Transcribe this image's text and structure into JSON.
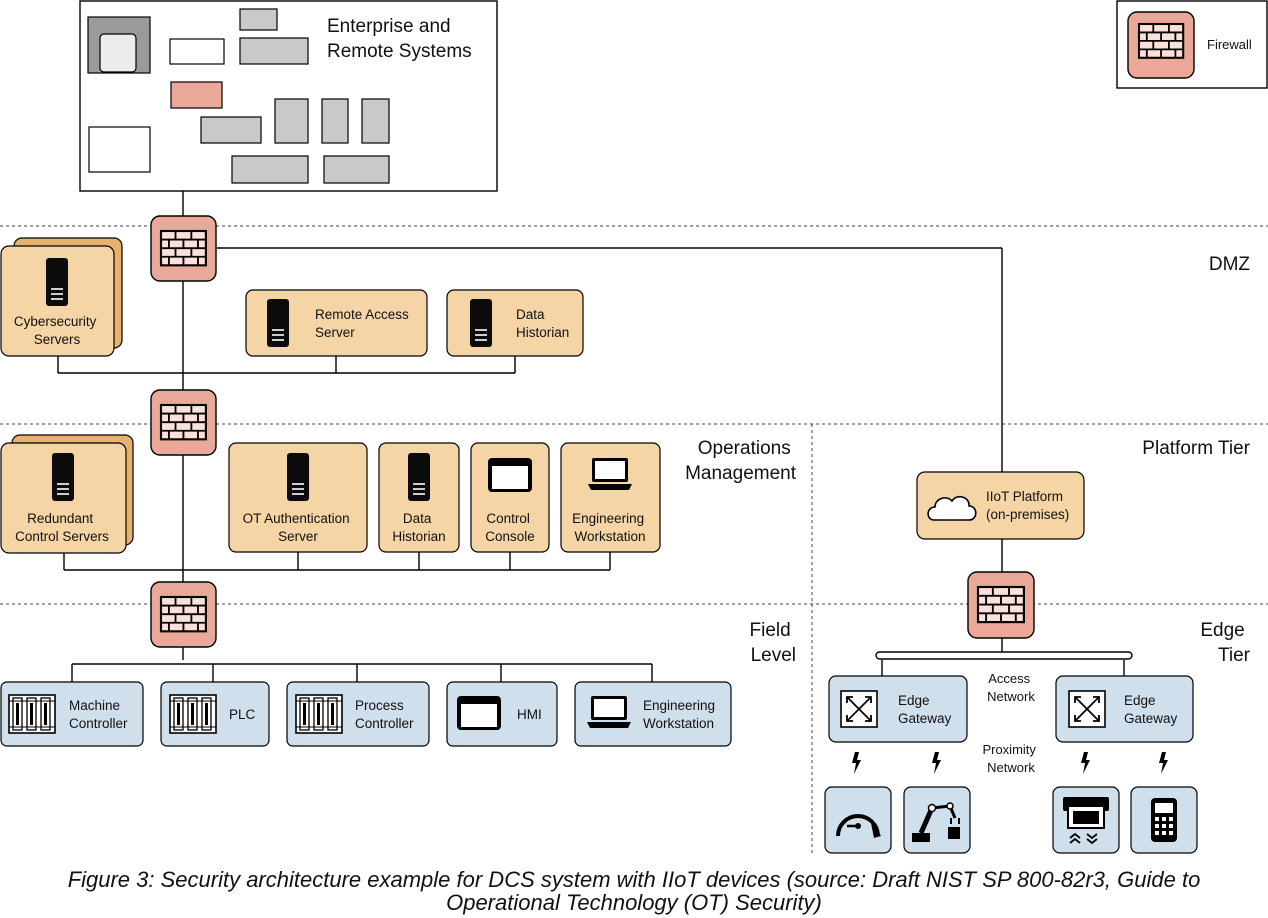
{
  "zones": {
    "enterprise": [
      "Enterprise and",
      "Remote Systems"
    ],
    "dmz": "DMZ",
    "operations": [
      "Operations",
      "Management"
    ],
    "platform": "Platform Tier",
    "field": [
      "Field",
      "Level"
    ],
    "edge": [
      "Edge",
      "Tier"
    ]
  },
  "legend": {
    "label": "Firewall",
    "icon": "firewall-icon"
  },
  "dmz_nodes": {
    "cyber": [
      "Cybersecurity",
      "Servers"
    ],
    "remote": [
      "Remote Access",
      "Server"
    ],
    "historian": [
      "Data",
      "Historian"
    ]
  },
  "ops_nodes": {
    "redundant": [
      "Redundant",
      "Control Servers"
    ],
    "otauth": [
      "OT Authentication",
      "Server"
    ],
    "historian": [
      "Data",
      "Historian"
    ],
    "console": [
      "Control",
      "Console"
    ],
    "workstation": [
      "Engineering",
      "Workstation"
    ]
  },
  "field_nodes": {
    "machine": [
      "Machine",
      "Controller"
    ],
    "plc": "PLC",
    "process": [
      "Process",
      "Controller"
    ],
    "hmi": "HMI",
    "workstation": [
      "Engineering",
      "Workstation"
    ]
  },
  "platform_node": [
    "IIoT Platform",
    "(on-premises)"
  ],
  "edge_gateways": {
    "left": [
      "Edge",
      "Gateway"
    ],
    "right": [
      "Edge",
      "Gateway"
    ]
  },
  "network_labels": {
    "access": [
      "Access",
      "Network"
    ],
    "proximity": [
      "Proximity",
      "Network"
    ]
  },
  "devices": [
    "gauge-icon",
    "robot-arm-icon",
    "printer-icon",
    "handheld-device-icon"
  ],
  "colors": {
    "orange_fill": "#f5d5a5",
    "orange_shadow": "#e8b26c",
    "blue_fill": "#cfdfec",
    "firewall_fill": "#eaa898",
    "gray_fill": "#c9c9cb"
  },
  "caption": [
    "Figure 3: Security architecture example for DCS system with IIoT devices (source: Draft NIST SP 800-82r3, Guide to",
    "Operational Technology (OT) Security)"
  ]
}
